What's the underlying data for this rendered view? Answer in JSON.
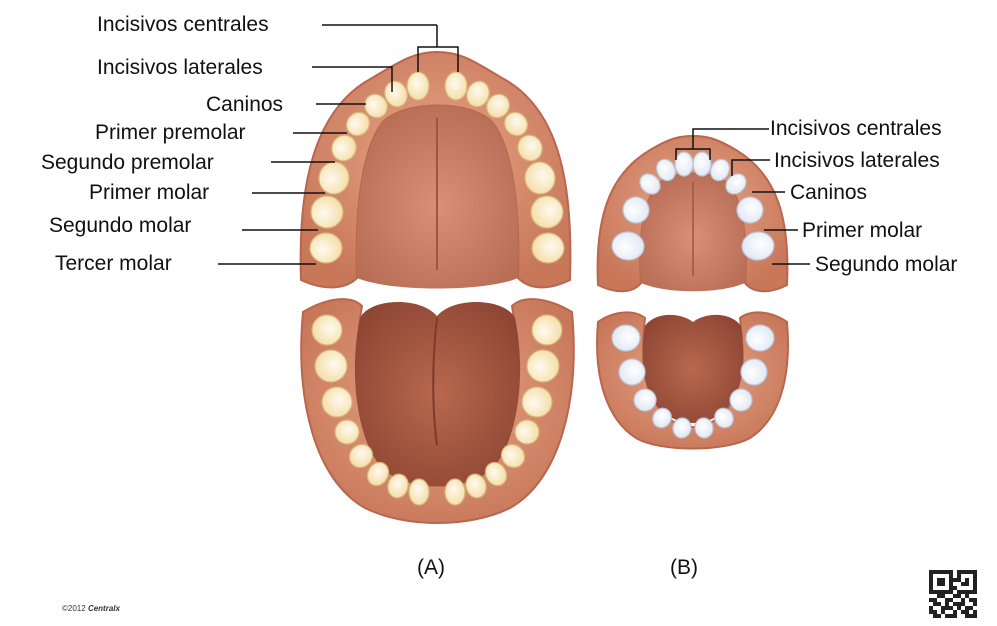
{
  "figure": {
    "a_labels": [
      "Incisivos centrales",
      "Incisivos laterales",
      "Caninos",
      "Primer premolar",
      "Segundo premolar",
      "Primer molar",
      "Segundo molar",
      "Tercer molar"
    ],
    "b_labels": [
      "Incisivos centrales",
      "Incisivos laterales",
      "Caninos",
      "Primer molar",
      "Segundo molar"
    ],
    "caption_a": "(A)",
    "caption_b": "(B)",
    "credit_year": "©2012",
    "credit_name": "Centralx"
  },
  "colors": {
    "gum": "#d58a6d",
    "gum_dark": "#b8664c",
    "palate": "#c8785f",
    "tongue": "#a85a43",
    "tooth_adult": "#fbeec4",
    "tooth_child": "#f4f6fb"
  }
}
